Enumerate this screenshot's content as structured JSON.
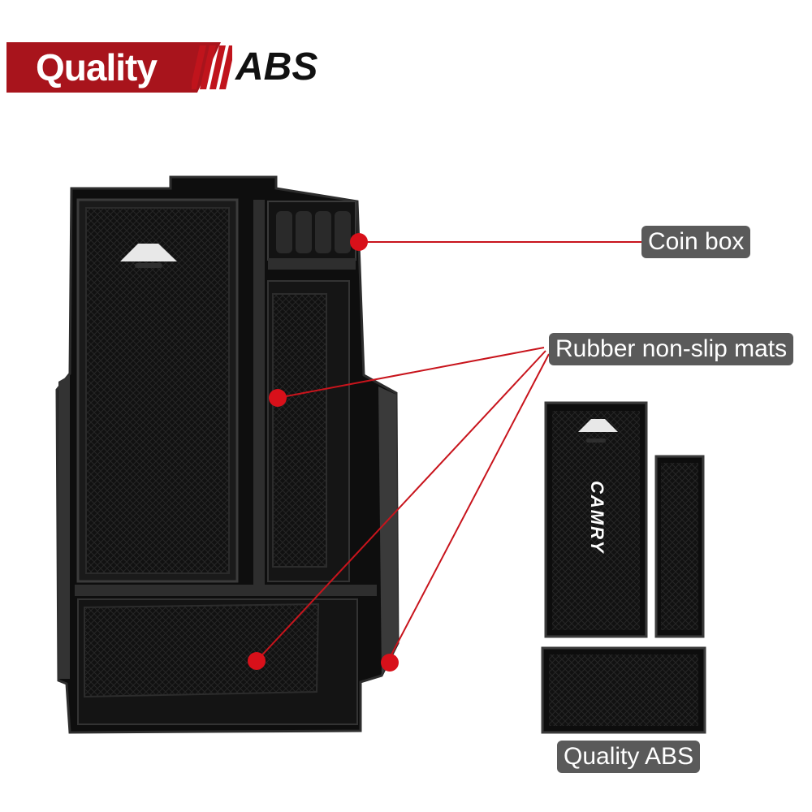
{
  "banner": {
    "left_text": "Quality",
    "right_text": "ABS",
    "color": "#a8141c"
  },
  "callouts": {
    "coin_box": "Coin box",
    "mats": "Rubber non-slip mats",
    "material": "Quality ABS"
  },
  "mat_logo_text": "CAMRY",
  "colors": {
    "marker": "#d8101a",
    "label_bg": "#5a5a5a",
    "tray": "#0d0d0d"
  }
}
